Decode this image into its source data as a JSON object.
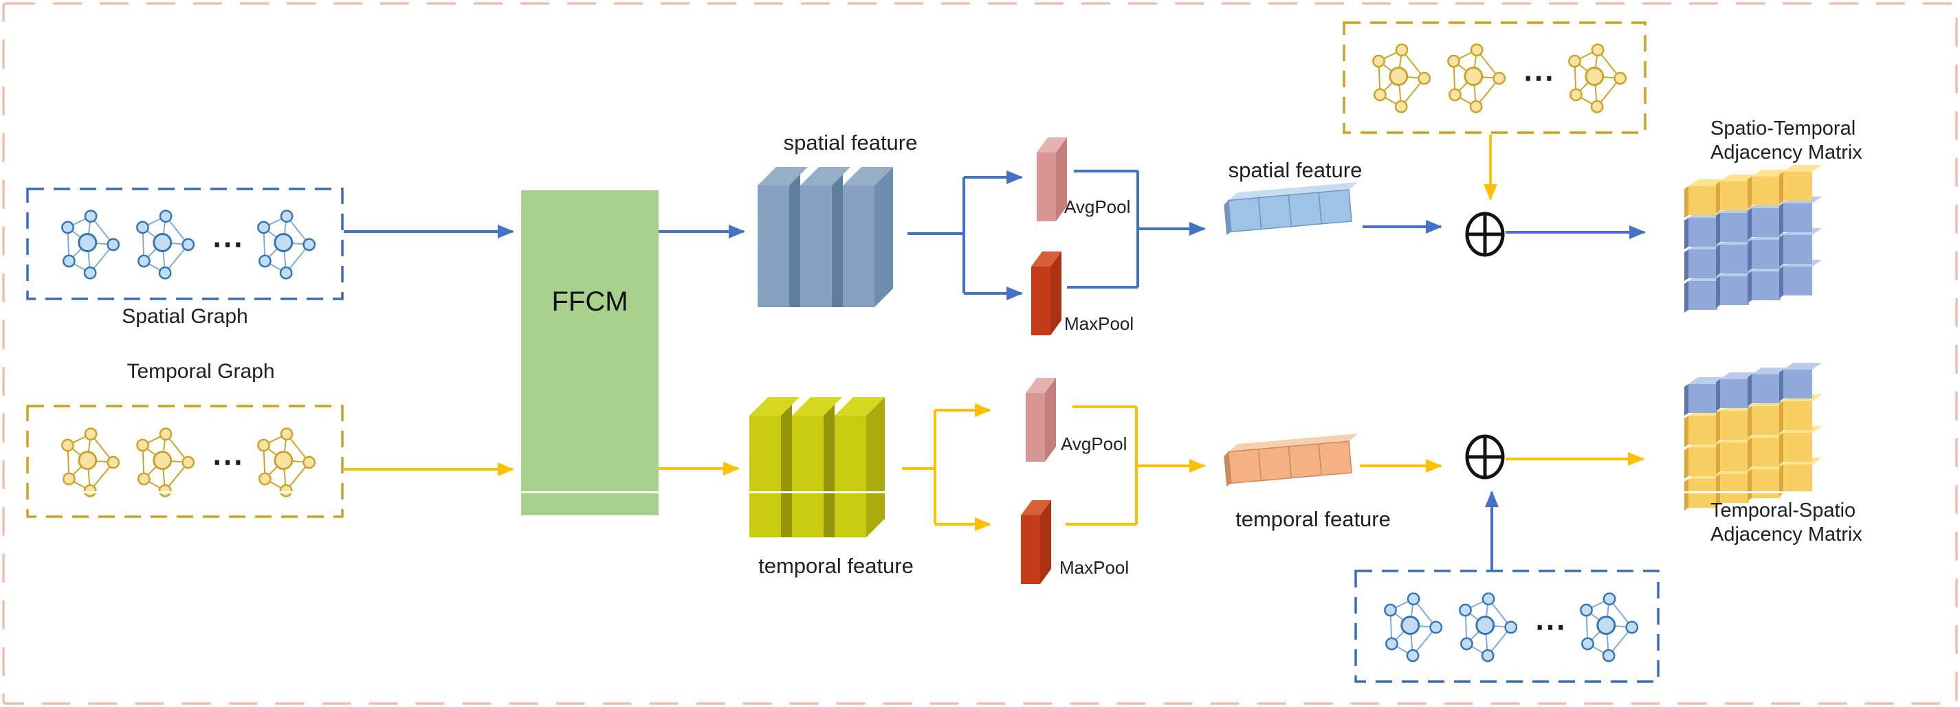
{
  "labels": {
    "spatial_graph": "Spatial Graph",
    "temporal_graph": "Temporal Graph",
    "ffcm": "FFCM",
    "spatial_feature": "spatial feature",
    "temporal_feature": "temporal feature",
    "avgpool": "AvgPool",
    "maxpool": "MaxPool",
    "st_matrix_line1": "Spatio-Temporal",
    "st_matrix_line2": "Adjacency Matrix",
    "ts_matrix_line1": "Temporal-Spatio",
    "ts_matrix_line2": "Adjacency Matrix",
    "ellipsis": "⋯",
    "sum_operator": "⊕"
  },
  "colors": {
    "blue_arrow": "#4472C4",
    "yellow_arrow": "#FFC000",
    "blue_dash": "#3A6DB5",
    "yellow_dash": "#C8A228",
    "pink_frame": "#F2BDB0",
    "ffcm_green": "#A9D18E",
    "slab_blue": "#84A1C0",
    "slab_olive": "#C9CB10",
    "pool_pink": "#D79694",
    "pool_red": "#C53D18",
    "cube_blue": "#9DC3E6",
    "cube_orange": "#F4B183",
    "matrix_yellow": "#F7CF63",
    "matrix_blue": "#90A9D8",
    "node_blue_fill": "#C4DCF2",
    "node_blue_stroke": "#2E74B6",
    "node_yellow_fill": "#F9E3A2",
    "node_yellow_stroke": "#C9A227",
    "text": "#1F1F1F"
  }
}
